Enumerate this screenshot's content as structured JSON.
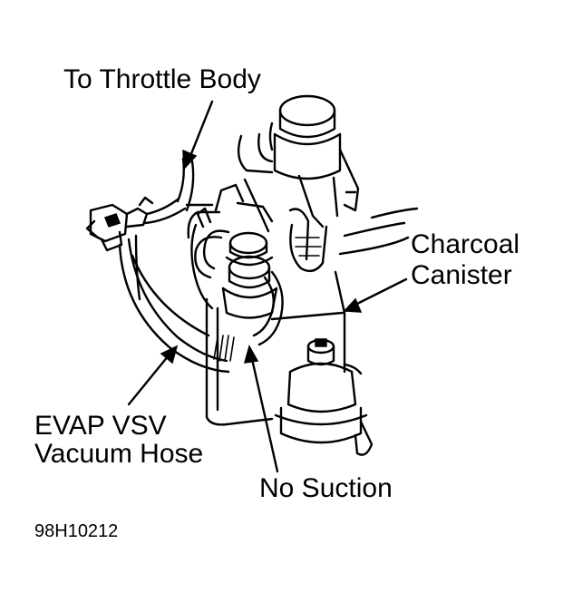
{
  "labels": {
    "throttle_body": "To Throttle Body",
    "charcoal_line1": "Charcoal",
    "charcoal_line2": "Canister",
    "evap_line1": "EVAP VSV",
    "evap_line2": "Vacuum Hose",
    "no_suction": "No Suction"
  },
  "figure_id": "98H10212",
  "colors": {
    "ink": "#000000",
    "background": "#ffffff"
  }
}
